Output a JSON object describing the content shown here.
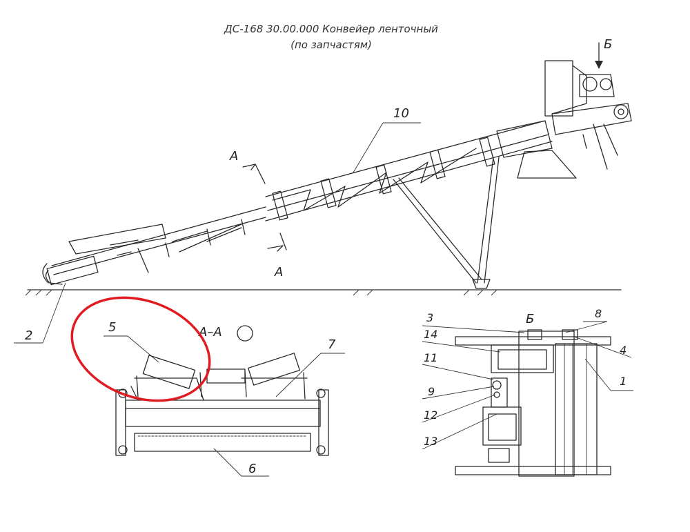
{
  "title": {
    "line1": "ДС-168 30.00.000 Конвейер ленточный",
    "line2": "(по запчастям)"
  },
  "view_labels": {
    "section_a_top": "А",
    "section_a_bottom": "А",
    "view_b_arrow": "Б",
    "section_title": "А–А",
    "view_b_title": "Б"
  },
  "callouts": {
    "c1": "1",
    "c2": "2",
    "c3": "3",
    "c4": "4",
    "c5": "5",
    "c6": "6",
    "c7": "7",
    "c8": "8",
    "c9": "9",
    "c10": "10",
    "c11": "11",
    "c12": "12",
    "c13": "13",
    "c14": "14"
  },
  "colors": {
    "ink": "#2a2a2a",
    "highlight": "#e11b22",
    "background": "#ffffff"
  }
}
